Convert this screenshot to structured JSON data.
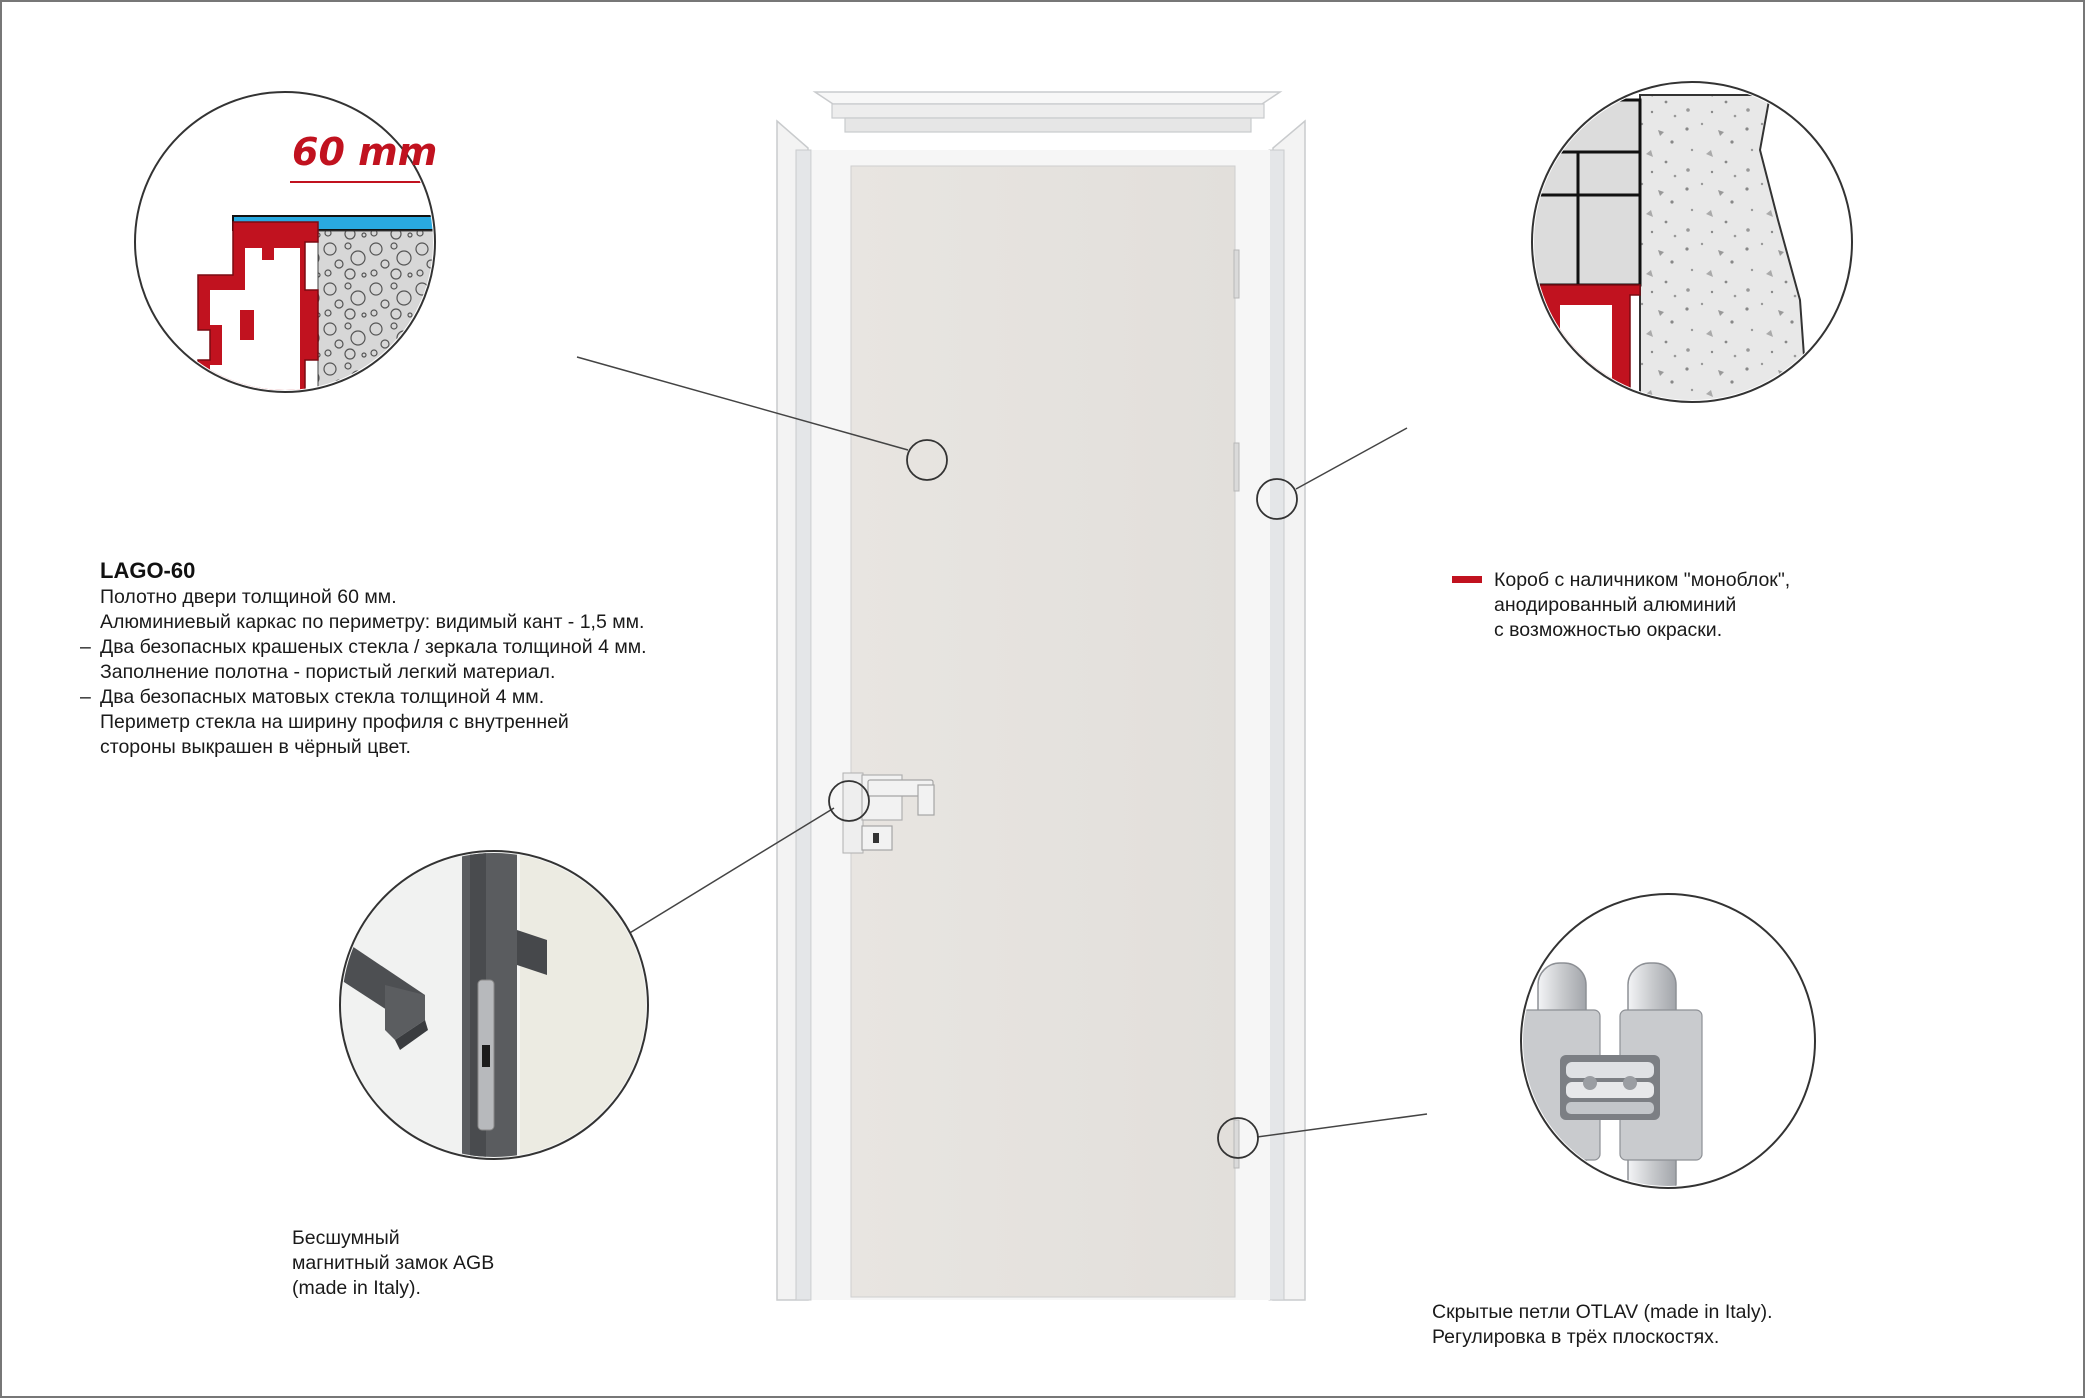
{
  "dimension_label": "60 mm",
  "product": {
    "title": "LAGO-60",
    "lines": [
      {
        "dash": "",
        "text": "Полотно двери толщиной 60 мм."
      },
      {
        "dash": "",
        "text": "Алюминиевый каркас по периметру: видимый кант - 1,5 мм."
      },
      {
        "dash": "–",
        "text": "Два безопасных крашеных стекла / зеркала толщиной 4 мм."
      },
      {
        "dash": "",
        "text": "Заполнение полотна - пористый легкий материал."
      },
      {
        "dash": "–",
        "text": "Два безопасных матовых стекла толщиной 4 мм."
      },
      {
        "dash": "",
        "text": "Периметр стекла на ширину профиля с внутренней"
      },
      {
        "dash": "",
        "text": "стороны выкрашен в чёрный цвет."
      }
    ]
  },
  "frame_legend": {
    "swatch_color": "#c1121f",
    "lines": [
      "Короб с наличником \"моноблок\",",
      "анодированный алюминий",
      "с возможностью окраски."
    ]
  },
  "lock_caption": {
    "lines": [
      "Бесшумный",
      "магнитный замок AGB",
      "(made in Italy)."
    ]
  },
  "hinge_caption": {
    "lines": [
      "Скрытые петли OTLAV (made in Italy).",
      "Регулировка в трёх плоскостях."
    ]
  },
  "colors": {
    "accent_red": "#c1121f",
    "glass_blue": "#29a9e0",
    "door_panel": "#e6e3df",
    "frame": "#eceef0"
  },
  "icons": [
    "door-illustration",
    "profile-section-diagram",
    "frame-section-diagram",
    "handle-lock-photo",
    "hinge-photo"
  ]
}
